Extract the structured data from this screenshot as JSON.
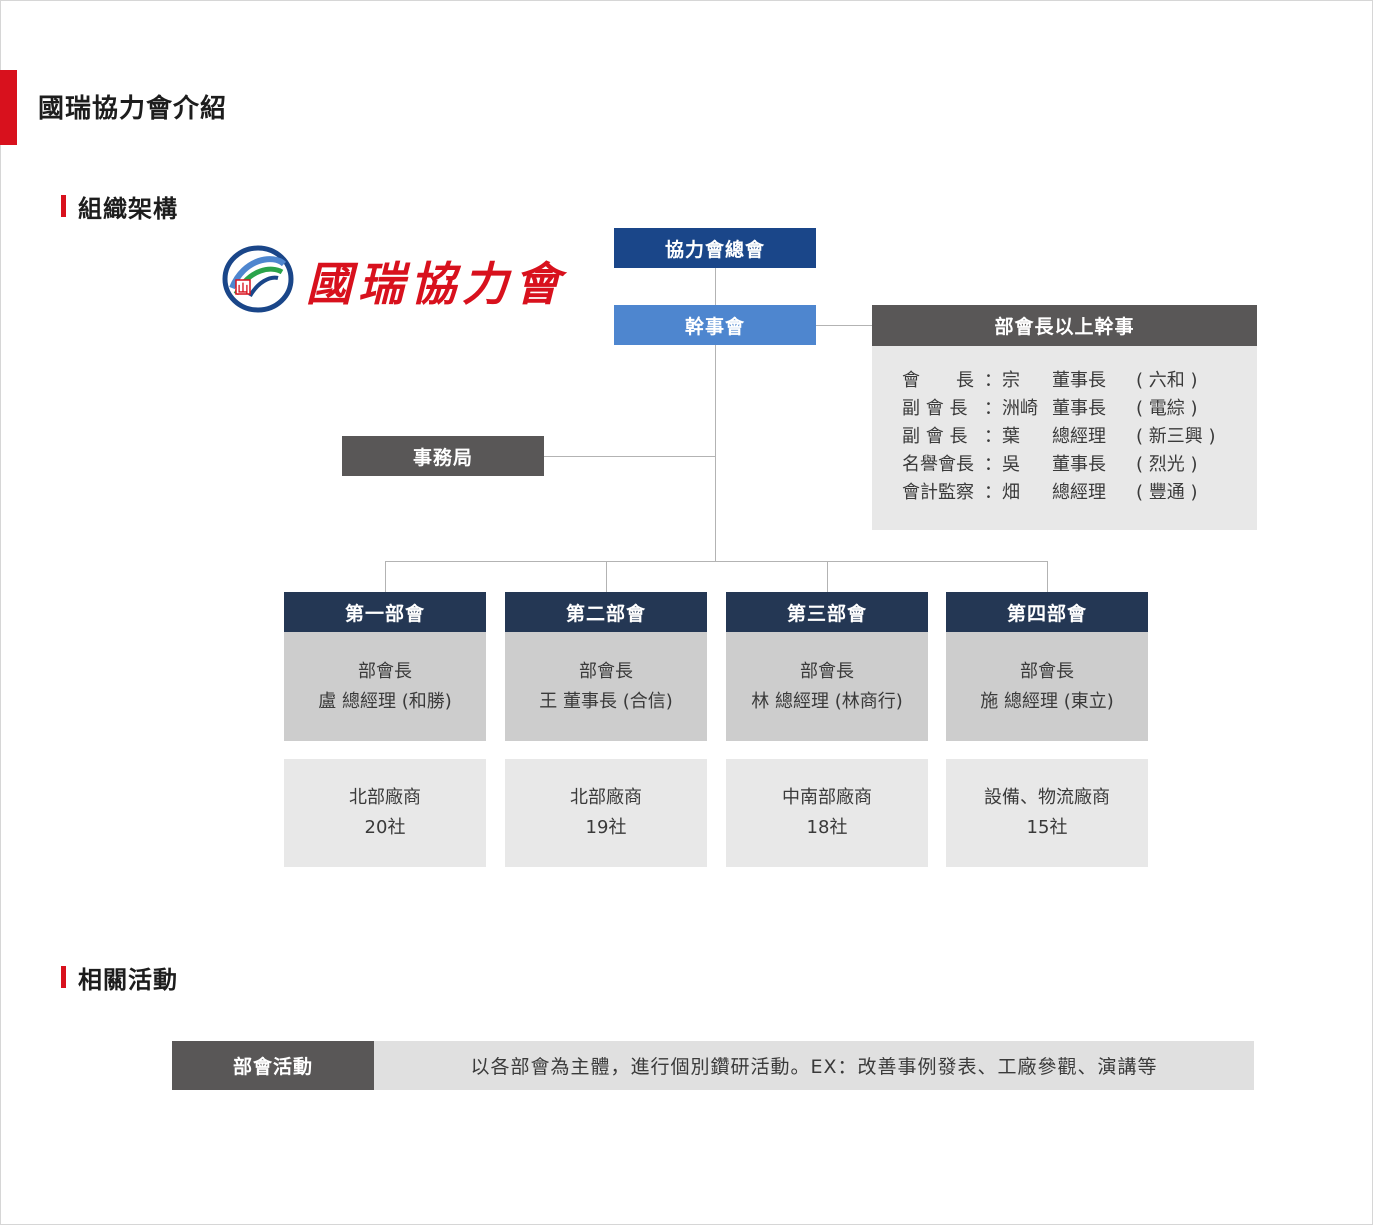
{
  "page_title": "國瑞協力會介紹",
  "sections": {
    "org": "組織架構",
    "activities": "相關活動"
  },
  "logo": {
    "text": "國瑞協力會",
    "mark_text": "山"
  },
  "org": {
    "general": "協力會總會",
    "board": "幹事會",
    "office": "事務局",
    "exec_title": "部會長以上幹事",
    "executives": [
      {
        "role": "會　　長",
        "name": "宗",
        "title": "董事長",
        "company": "( 六和 )"
      },
      {
        "role": "副 會 長",
        "name": "洲崎",
        "title": "董事長",
        "company": "( 電綜 )"
      },
      {
        "role": "副 會 長",
        "name": "葉",
        "title": "總經理",
        "company": "( 新三興 )"
      },
      {
        "role": "名譽會長",
        "name": "吳",
        "title": "董事長",
        "company": "( 烈光 )"
      },
      {
        "role": "會計監察",
        "name": "畑",
        "title": "總經理",
        "company": "( 豐通 )"
      }
    ],
    "colon": "：",
    "departments": [
      {
        "name": "第一部會",
        "head_label": "部會長",
        "head": "盧 總經理 (和勝)",
        "members": "北部廠商",
        "count": "20社"
      },
      {
        "name": "第二部會",
        "head_label": "部會長",
        "head": "王 董事長 (合信)",
        "members": "北部廠商",
        "count": "19社"
      },
      {
        "name": "第三部會",
        "head_label": "部會長",
        "head": "林 總經理 (林商行)",
        "members": "中南部廠商",
        "count": "18社"
      },
      {
        "name": "第四部會",
        "head_label": "部會長",
        "head": "施 總經理 (東立)",
        "members": "設備、物流廠商",
        "count": "15社"
      }
    ]
  },
  "activities": {
    "label": "部會活動",
    "description": "以各部會為主體，進行個別鑽研活動。EX：改善事例發表、工廠參觀、演講等"
  },
  "colors": {
    "accent_red": "#d8111d",
    "navy": "#1a4689",
    "light_blue": "#4e86cf",
    "dark_gray": "#595757",
    "dept_navy": "#243754"
  }
}
